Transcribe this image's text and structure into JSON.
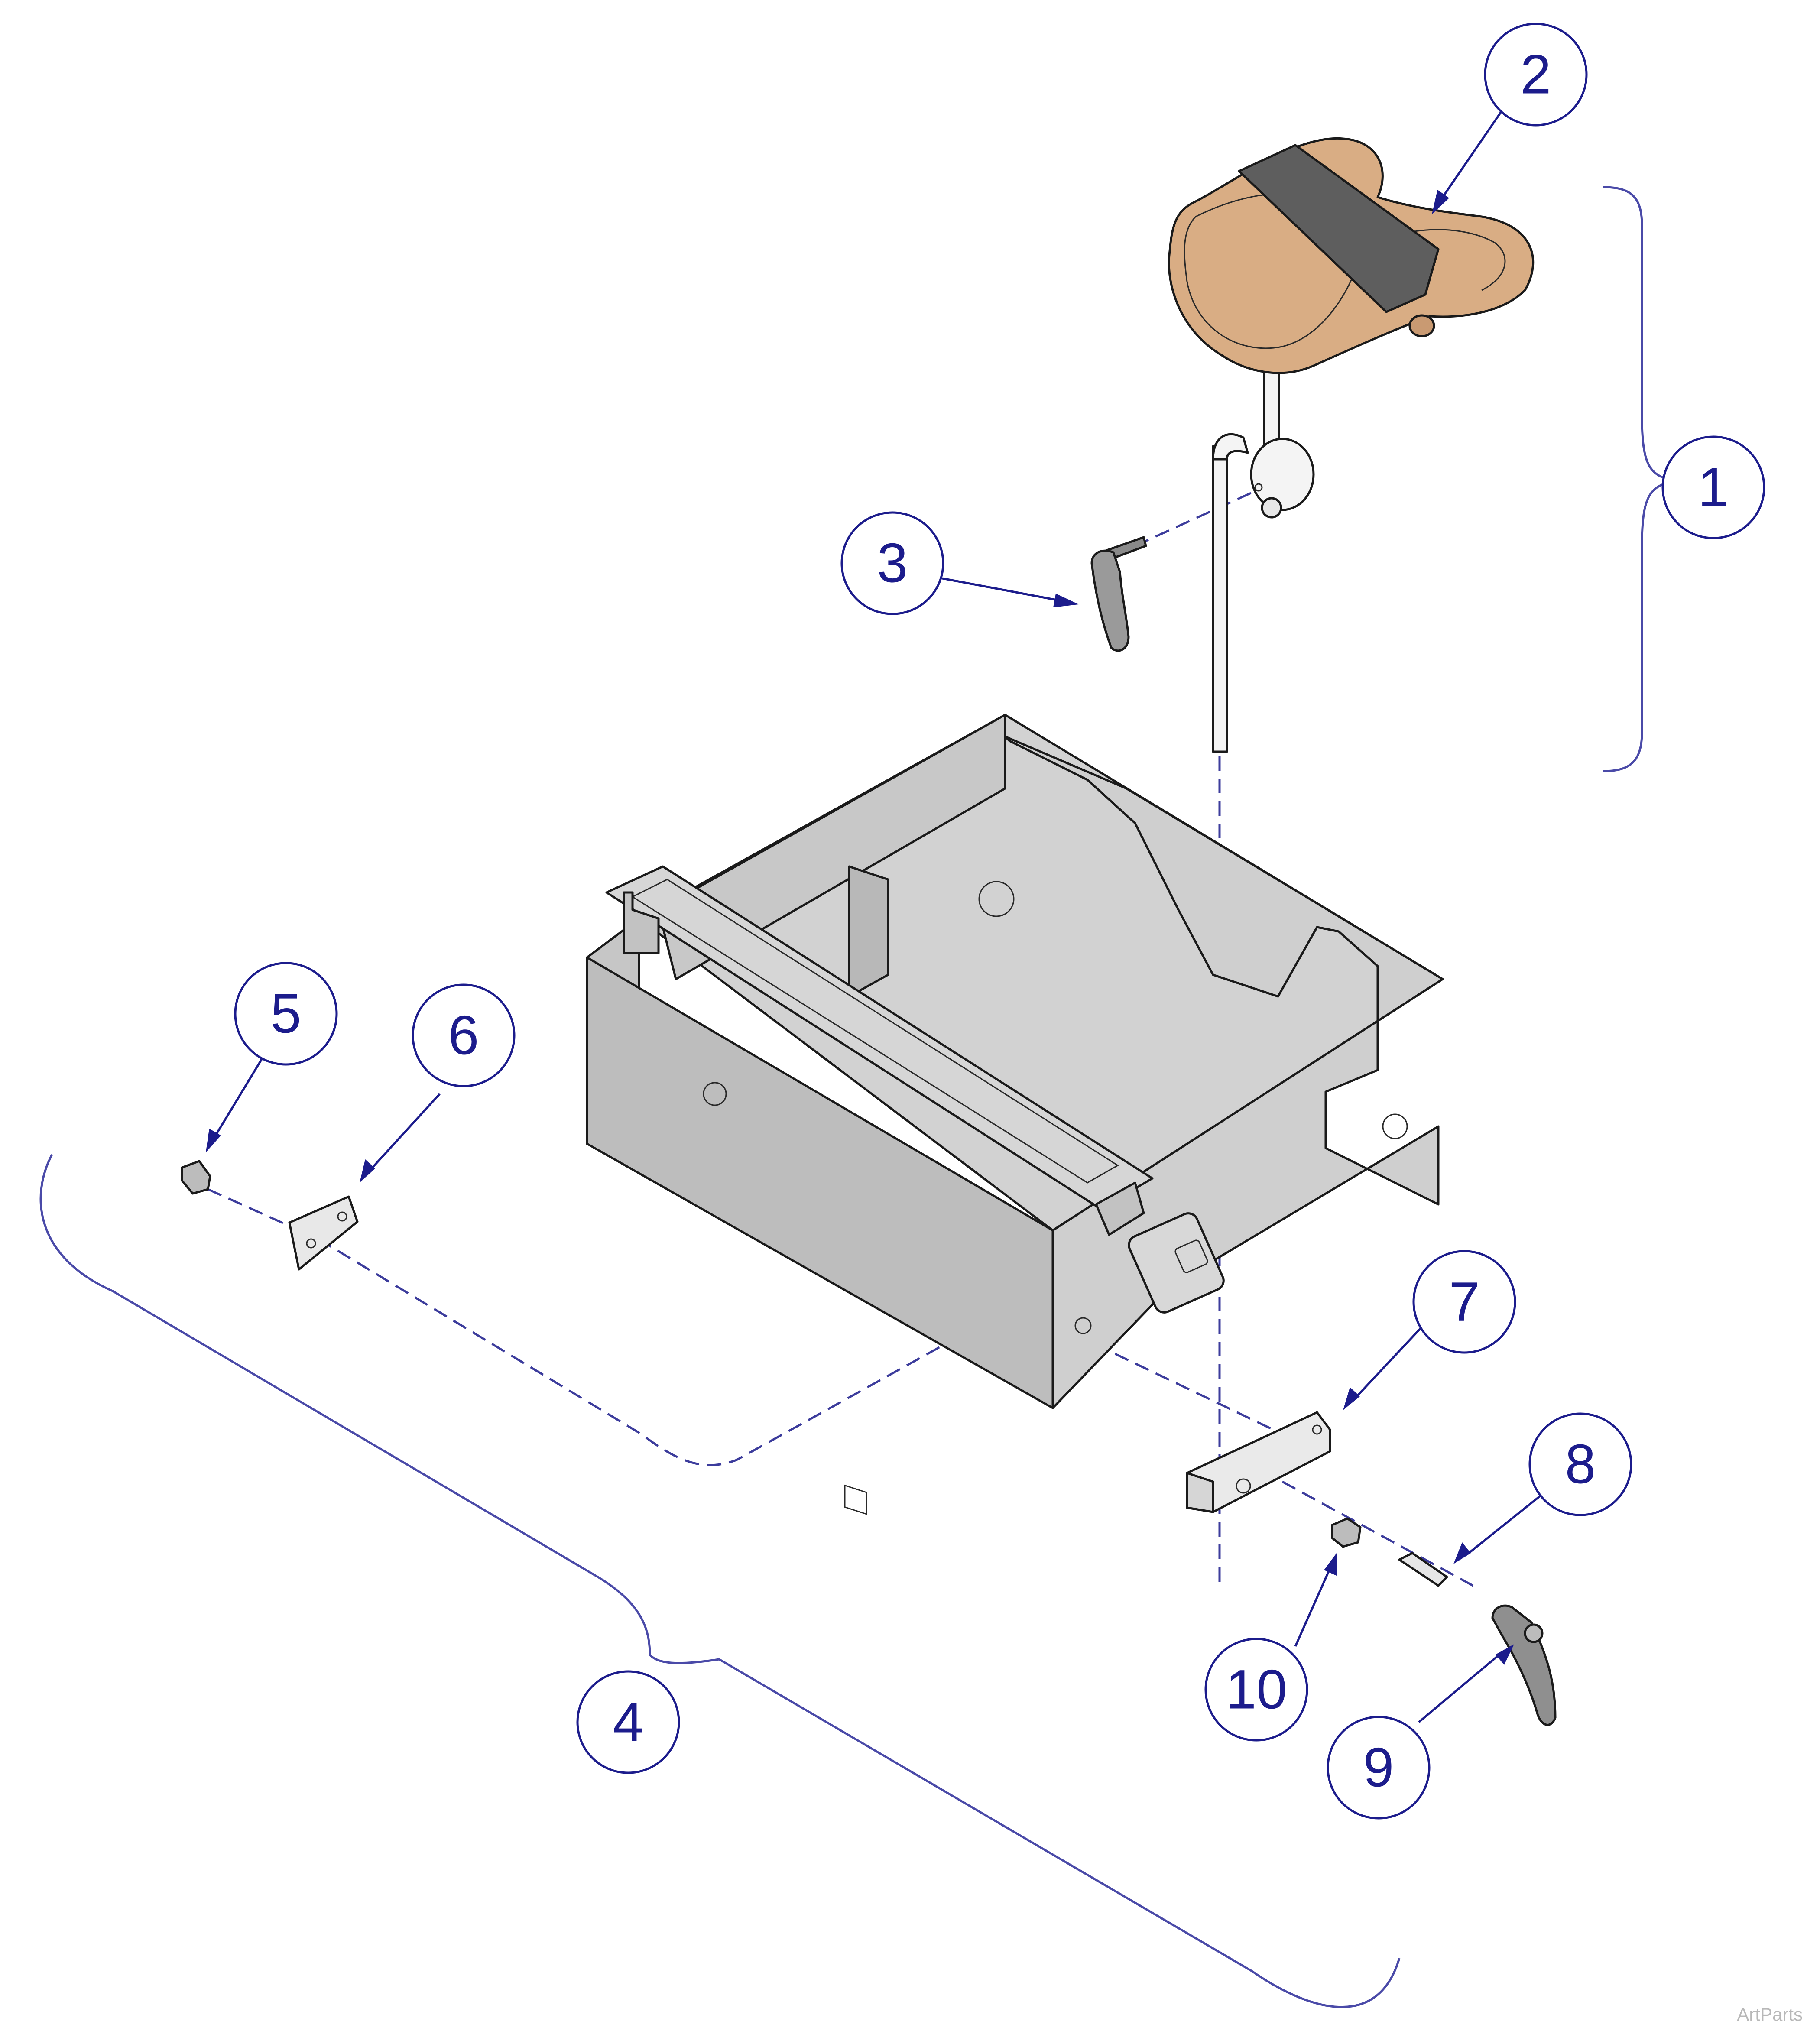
{
  "diagram": {
    "callouts": [
      {
        "id": "1",
        "label": "1"
      },
      {
        "id": "2",
        "label": "2"
      },
      {
        "id": "3",
        "label": "3"
      },
      {
        "id": "4",
        "label": "4"
      },
      {
        "id": "5",
        "label": "5"
      },
      {
        "id": "6",
        "label": "6"
      },
      {
        "id": "7",
        "label": "7"
      },
      {
        "id": "8",
        "label": "8"
      },
      {
        "id": "9",
        "label": "9"
      },
      {
        "id": "10",
        "label": "10"
      }
    ],
    "parts": [
      {
        "id": "headrest-pad",
        "icon": "headrest-cushion"
      },
      {
        "id": "headrest-strap",
        "icon": "strap"
      },
      {
        "id": "headrest-post",
        "icon": "rod"
      },
      {
        "id": "clamp-knob-3",
        "icon": "clamping-lever"
      },
      {
        "id": "chassis-frame",
        "icon": "sheet-metal-frame"
      },
      {
        "id": "bolt-5",
        "icon": "bolt"
      },
      {
        "id": "plate-6",
        "icon": "flat-plate"
      },
      {
        "id": "bracket-7",
        "icon": "mounting-bracket"
      },
      {
        "id": "pin-8",
        "icon": "dowel-pin"
      },
      {
        "id": "lever-9",
        "icon": "clamping-lever"
      },
      {
        "id": "nut-10",
        "icon": "nut"
      }
    ],
    "colors": {
      "callout": "#1c1c8c",
      "pad": "#d9ad84",
      "strap": "#5e5e5e",
      "frame": "#c6c6c6"
    }
  },
  "watermark": "ArtParts"
}
